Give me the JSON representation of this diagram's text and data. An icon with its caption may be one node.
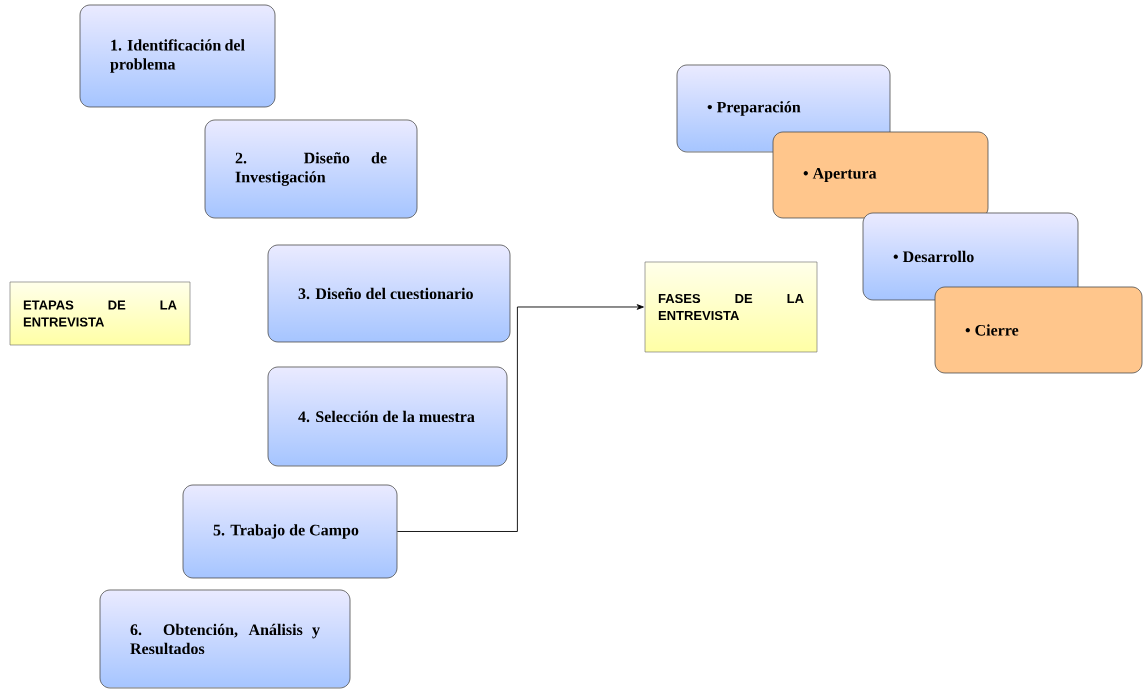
{
  "diagram": {
    "nodes": [
      {
        "text": [
          "1. Identificación del problema"
        ]
      },
      {
        "text": [
          "2. Diseño de Investigación"
        ]
      },
      {
        "text": [
          "ETAPAS DE LA ENTREVISTA"
        ]
      },
      {
        "text": [
          "3. Diseño del cuestionario"
        ]
      },
      {
        "text": [
          "4. Selección de la muestra"
        ]
      },
      {
        "text": [
          "5. Trabajo de Campo"
        ]
      },
      {
        "text": [
          "6. Obtención, Análisis y Resultados"
        ]
      },
      {
        "text": [
          "FASES DE LA ENTREVISTA"
        ]
      },
      {
        "text": [
          "• Preparación"
        ]
      },
      {
        "text": [
          "• Apertura"
        ]
      },
      {
        "text": [
          "• Desarrollo"
        ]
      },
      {
        "text": [
          "• Cierre"
        ]
      }
    ],
    "edges": [
      {
        "from": 5,
        "to": 7,
        "arrow": "to"
      }
    ]
  }
}
